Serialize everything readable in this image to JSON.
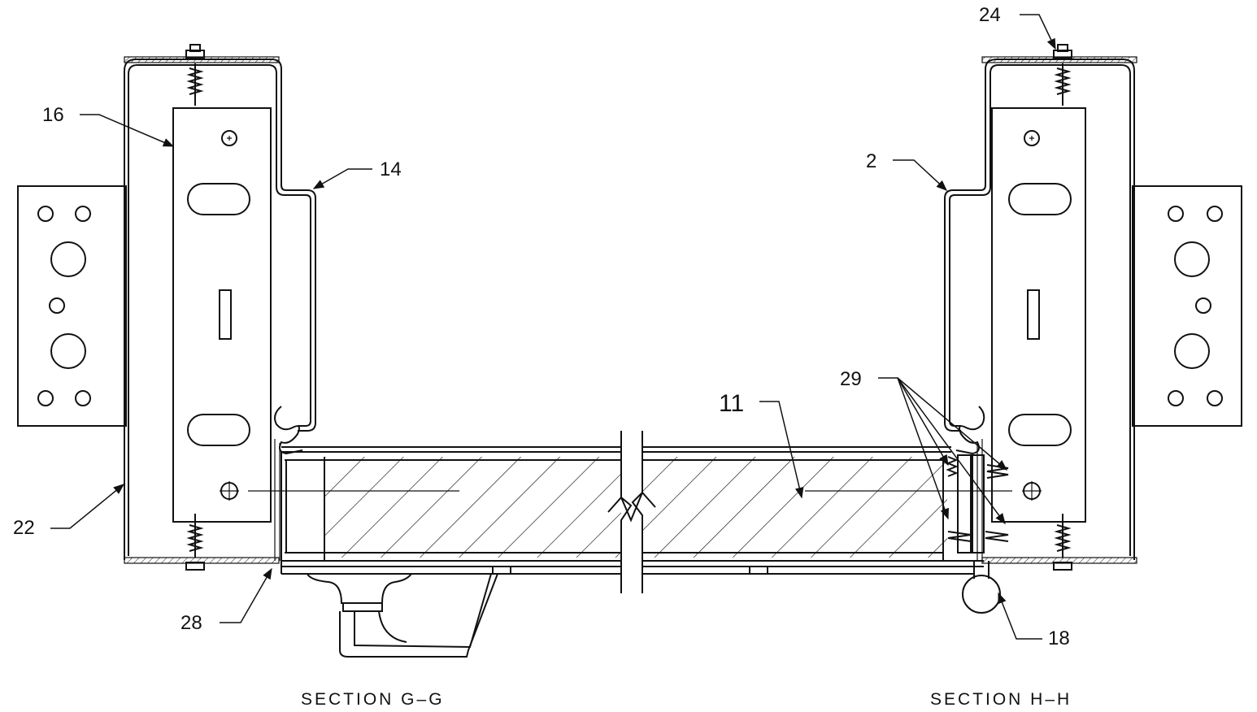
{
  "callouts": {
    "c2": "2",
    "c11": "11",
    "c14": "14",
    "c16": "16",
    "c18": "18",
    "c22": "22",
    "c24": "24",
    "c28": "28",
    "c29": "29"
  },
  "captions": {
    "left": "SECTION G–G",
    "right": "SECTION H–H"
  },
  "colors": {
    "line": "#111111",
    "background": "#ffffff"
  }
}
